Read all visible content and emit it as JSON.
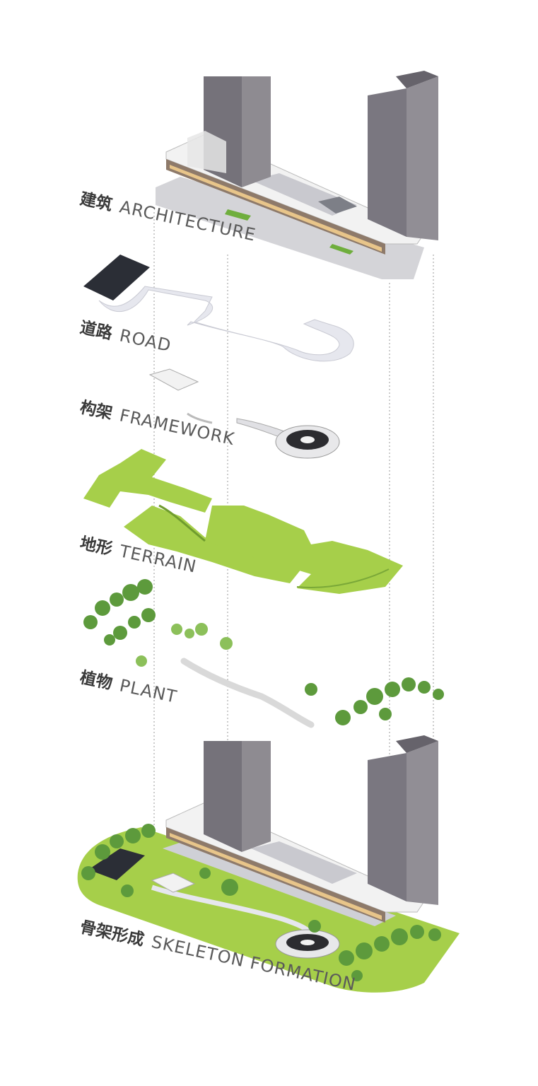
{
  "layers": [
    {
      "key": "architecture",
      "cn": "建筑",
      "en": "ARCHITECTURE"
    },
    {
      "key": "road",
      "cn": "道路",
      "en": "ROAD"
    },
    {
      "key": "framework",
      "cn": "构架",
      "en": "FRAMEWORK"
    },
    {
      "key": "terrain",
      "cn": "地形",
      "en": "TERRAIN"
    },
    {
      "key": "plant",
      "cn": "植物",
      "en": "PLANT"
    },
    {
      "key": "skeleton",
      "cn": "骨架形成",
      "en": "SKELETON FORMATION"
    }
  ],
  "colors": {
    "building_dark": "#6f6c73",
    "building_mid": "#8a878d",
    "building_light": "#a7a4aa",
    "facade_white": "#eeeeee",
    "road_grey": "#e6e7ee",
    "parking_dark": "#2b2e36",
    "terrain_green": "#a6cf4a",
    "terrain_dark": "#7aa838",
    "tree_green": "#5d9a3c",
    "tree_light": "#8cc05a",
    "guide_line": "#9a9a9a",
    "label_cn": "#3a3a3a",
    "label_en": "#5a5a5a"
  }
}
